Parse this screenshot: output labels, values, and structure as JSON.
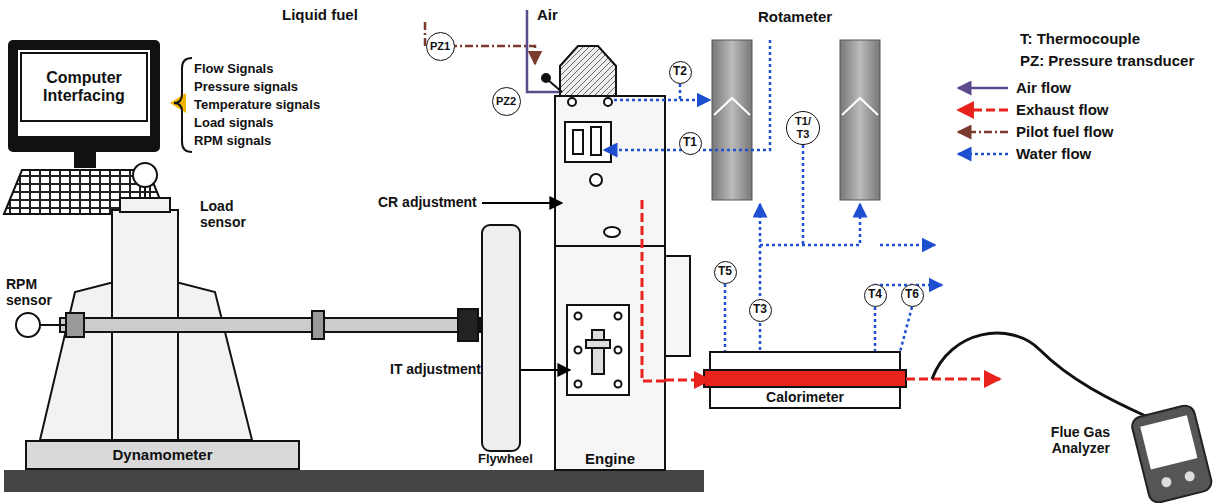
{
  "diagram": {
    "nodes": [
      {
        "text": [
          "Computer Interfacing"
        ]
      },
      {
        "text": [
          "PZ1"
        ]
      },
      {
        "text": [
          "PZ2"
        ]
      },
      {
        "text": [
          "T2"
        ]
      },
      {
        "text": [
          "T1"
        ]
      },
      {
        "text": [
          "T1/ T3"
        ]
      },
      {
        "text": [
          "T3"
        ]
      },
      {
        "text": [
          "T5"
        ]
      },
      {
        "text": [
          "T4"
        ]
      },
      {
        "text": [
          "T6"
        ]
      },
      {
        "text": [
          "Engine"
        ]
      },
      {
        "text": [
          "Calorimeter"
        ]
      },
      {
        "text": [
          "Dynamometer"
        ]
      }
    ],
    "edges": [
      {
        "from": 10,
        "to": 11,
        "arrow": "to"
      }
    ],
    "labels": [
      "Liquid fuel",
      "Air",
      "Flow Signals",
      "Pressure signals",
      "Temperature signals",
      "Load signals",
      "RPM signals",
      "Rotameter",
      "T: Thermocouple",
      "PZ: Pressure transducer",
      "Load sensor",
      "RPM sensor",
      "CR adjustment",
      "IT adjustment",
      "Flywheel",
      "Flue Gas Analyzer"
    ],
    "legend": [
      {
        "text": "Air flow"
      },
      {
        "text": "Exhaust flow"
      },
      {
        "text": "Pilot fuel flow"
      },
      {
        "text": "Water flow"
      }
    ]
  }
}
